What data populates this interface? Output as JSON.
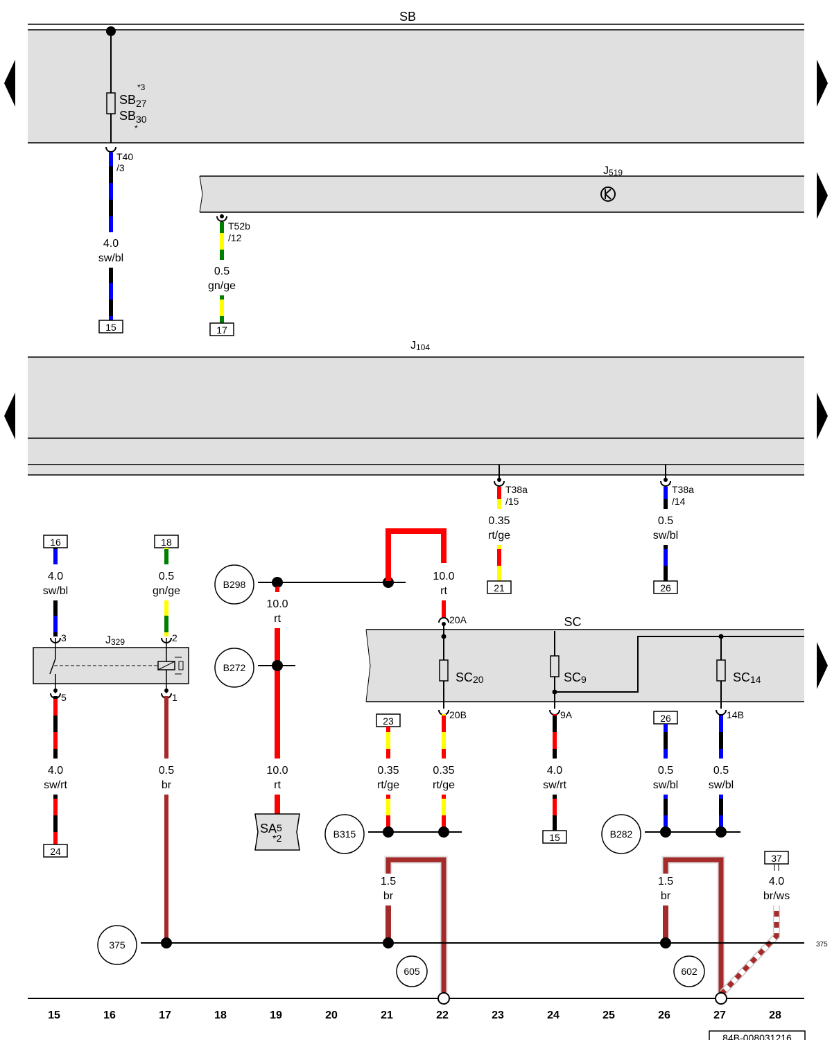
{
  "components": {
    "sb": "SB",
    "sb_fuse_a_main": "SB",
    "sb_fuse_a_sub": "27",
    "sb_fuse_a_note": "*3",
    "sb_fuse_b_main": "SB",
    "sb_fuse_b_sub": "30",
    "sb_fuse_b_note": "*",
    "j519_main": "J",
    "j519_sub": "519",
    "j104_main": "J",
    "j104_sub": "104",
    "j329_main": "J",
    "j329_sub": "329",
    "sc": "SC",
    "sc20_main": "SC",
    "sc20_sub": "20",
    "sc9_main": "SC",
    "sc9_sub": "9",
    "sc14_main": "SC",
    "sc14_sub": "14",
    "sa5_main": "SA",
    "sa5_sub": "5",
    "sa5_note": "*2"
  },
  "connectors": {
    "t40_a": "T40",
    "t40_b": "/3",
    "t52b_a": "T52b",
    "t52b_b": "/12",
    "t38a15_a": "T38a",
    "t38a15_b": "/15",
    "t38a14_a": "T38a",
    "t38a14_b": "/14",
    "j329_pin3": "3",
    "j329_pin2": "2",
    "j329_pin5": "5",
    "j329_pin1": "1",
    "sc_20a": "20A",
    "sc_20b": "20B",
    "sc_9a": "9A",
    "sc_14b": "14B"
  },
  "wires": {
    "w1_size": "4.0",
    "w1_col": "sw/bl",
    "w2_size": "0.5",
    "w2_col": "gn/ge",
    "w3_size": "0.35",
    "w3_col": "rt/ge",
    "w4_size": "0.5",
    "w4_col": "sw/bl",
    "w5_size": "4.0",
    "w5_col": "sw/bl",
    "w6_size": "0.5",
    "w6_col": "gn/ge",
    "w7_size": "10.0",
    "w7_col": "rt",
    "w8_size": "10.0",
    "w8_col": "rt",
    "w9_size": "4.0",
    "w9_col": "sw/rt",
    "w10_size": "0.5",
    "w10_col": "br",
    "w11_size": "10.0",
    "w11_col": "rt",
    "w12_size": "0.35",
    "w12_col": "rt/ge",
    "w13_size": "0.35",
    "w13_col": "rt/ge",
    "w14_size": "4.0",
    "w14_col": "sw/rt",
    "w15_size": "0.5",
    "w15_col": "sw/bl",
    "w16_size": "0.5",
    "w16_col": "sw/bl",
    "w17_size": "1.5",
    "w17_col": "br",
    "w18_size": "1.5",
    "w18_col": "br",
    "w19_size": "4.0",
    "w19_col": "br/ws"
  },
  "refs": {
    "r15a": "15",
    "r17": "17",
    "r21": "21",
    "r26a": "26",
    "r16": "16",
    "r18": "18",
    "r24": "24",
    "r23": "23",
    "r15b": "15",
    "r26b": "26",
    "r37": "37"
  },
  "nodes": {
    "b298": "B298",
    "b272": "B272",
    "b315": "B315",
    "b282": "B282",
    "n375": "375",
    "n605": "605",
    "n602": "602",
    "n375_right": "375"
  },
  "columns": [
    "15",
    "16",
    "17",
    "18",
    "19",
    "20",
    "21",
    "22",
    "23",
    "24",
    "25",
    "26",
    "27",
    "28"
  ],
  "doc_id": "84B-008031216",
  "colors": {
    "rt": "#ff0000",
    "ge": "#ffff00",
    "gn": "#008000",
    "bl": "#0000ff",
    "sw": "#000000",
    "br": "#a52a2a",
    "ws": "#ffffff",
    "panel": "#e0e0e0"
  }
}
